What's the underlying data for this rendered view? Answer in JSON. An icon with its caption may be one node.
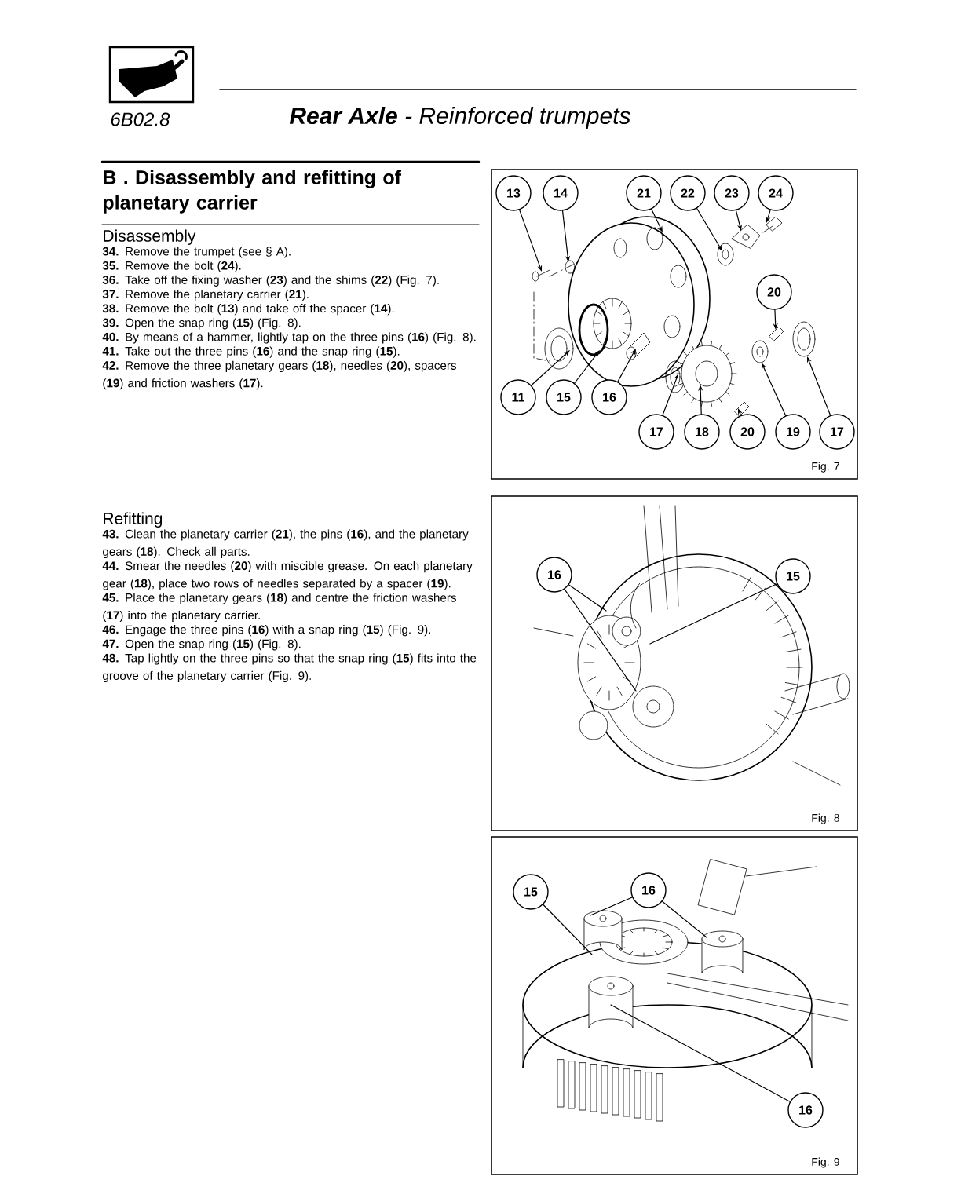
{
  "diagram": {
    "title": "**Rear Axle** - Reinforced trumpets",
    "nodes": [
      {
        "text": [
          "Fig. 7"
        ]
      },
      {
        "text": [
          "13"
        ],
        "in": 0
      },
      {
        "text": [
          "14"
        ],
        "in": 0
      },
      {
        "text": [
          "21"
        ],
        "in": 0
      },
      {
        "text": [
          "22"
        ],
        "in": 0
      },
      {
        "text": [
          "23"
        ],
        "in": 0
      },
      {
        "text": [
          "24"
        ],
        "in": 0
      },
      {
        "text": [
          "20"
        ],
        "in": 0
      },
      {
        "text": [
          "11"
        ],
        "in": 0
      },
      {
        "text": [
          "15"
        ],
        "in": 0
      },
      {
        "text": [
          "16"
        ],
        "in": 0
      },
      {
        "text": [
          "17"
        ],
        "in": 0
      },
      {
        "text": [
          "18"
        ],
        "in": 0
      },
      {
        "text": [
          "20"
        ],
        "in": 0
      },
      {
        "text": [
          "19"
        ],
        "in": 0
      },
      {
        "text": [
          "17"
        ],
        "in": 0
      },
      {
        "text": [
          "Fig. 8"
        ]
      },
      {
        "text": [
          "16"
        ],
        "in": 16
      },
      {
        "text": [
          "15"
        ],
        "in": 16
      },
      {
        "text": [
          "Fig. 9"
        ]
      },
      {
        "text": [
          "15"
        ],
        "in": 19
      },
      {
        "text": [
          "16"
        ],
        "in": 19
      },
      {
        "text": [
          "16"
        ],
        "in": 19
      }
    ],
    "edges": [
      {
        "from": 1,
        "to": null,
        "arrow": "to"
      },
      {
        "from": 2,
        "to": null,
        "arrow": "to"
      },
      {
        "from": 3,
        "to": null,
        "arrow": "to"
      },
      {
        "from": 4,
        "to": null,
        "arrow": "to"
      },
      {
        "from": 5,
        "to": null,
        "arrow": "to"
      },
      {
        "from": 6,
        "to": null,
        "arrow": "to"
      },
      {
        "from": 7,
        "to": null,
        "arrow": "to"
      },
      {
        "from": 8,
        "to": null,
        "arrow": "to"
      },
      {
        "from": 9,
        "to": null,
        "arrow": "to"
      },
      {
        "from": 10,
        "to": null,
        "arrow": "to"
      },
      {
        "from": 11,
        "to": null,
        "arrow": "to"
      },
      {
        "from": 12,
        "to": null,
        "arrow": "to"
      },
      {
        "from": 13,
        "to": null,
        "arrow": "to"
      },
      {
        "from": 14,
        "to": null,
        "arrow": "to"
      },
      {
        "from": 15,
        "to": null,
        "arrow": "to"
      },
      {
        "from": 17,
        "to": null,
        "arrow": "none"
      },
      {
        "from": 17,
        "to": null,
        "arrow": "none"
      },
      {
        "from": 18,
        "to": null,
        "arrow": "none"
      },
      {
        "from": 20,
        "to": null,
        "arrow": "none"
      },
      {
        "from": 21,
        "to": null,
        "arrow": "none"
      },
      {
        "from": 21,
        "to": null,
        "arrow": "none"
      },
      {
        "from": 22,
        "to": null,
        "arrow": "none"
      }
    ],
    "labels": [
      "6B02.8",
      "B . Disassembly and refitting of planetary carrier",
      "Disassembly",
      "**34.** Remove the trumpet (see § A).",
      "**35.** Remove the bolt (**24**).",
      "**36.** Take off the fixing washer (**23**) and the shims (**22**) (Fig. 7).",
      "**37.** Remove the planetary carrier (**21**).",
      "**38.** Remove the bolt (**13**) and take off the spacer (**14**).",
      "**39.** Open the snap ring (**15**) (Fig. 8).",
      "**40.** By means of a hammer, lightly tap on the three pins (**16**) (Fig. 8).",
      "**41.** Take out the three pins (**16**) and the snap ring (**15**).",
      "**42.** Remove the three planetary gears (**18**), needles (**20**), spacers (**19**) and friction washers (**17**).",
      "Refitting",
      "**43.** Clean the planetary carrier (**21**), the pins (**16**), and the planetary gears (**18**). Check all parts.",
      "**44.** Smear the needles (**20**) with miscible grease. On each planetary gear (**18**), place two rows of needles separated by a spacer (**19**).",
      "**45.** Place the planetary gears (**18**) and centre the friction washers (**17**) into the planetary carrier.",
      "**46.** Engage the three pins (**16**) with a snap ring (**15**) (Fig. 9).",
      "**47.** Open the snap ring (**15**) (Fig. 8).",
      "**48.** Tap lightly on the three pins so that the snap ring (**15**) fits into the groove of the planetary carrier (Fig. 9)."
    ]
  }
}
